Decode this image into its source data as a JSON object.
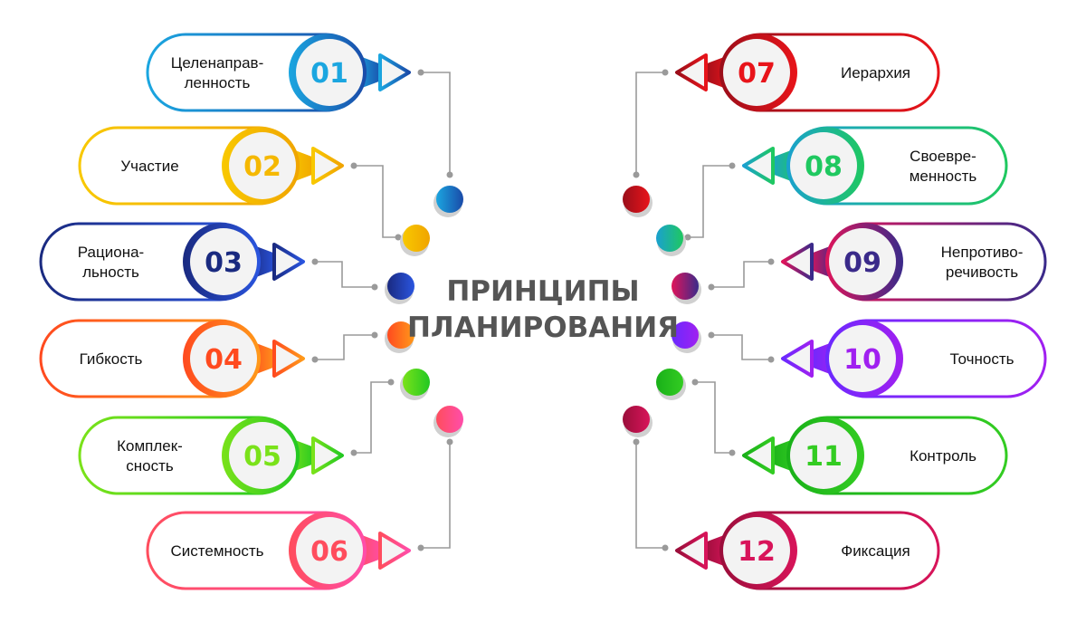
{
  "title": {
    "line1": "ПРИНЦИПЫ",
    "line2": "ПЛАНИРОВАНИЯ"
  },
  "items": [
    {
      "number": "01",
      "lines": [
        "Целенаправ-",
        "ленность"
      ],
      "colors": [
        "#1ba6e0",
        "#1a4aa8"
      ]
    },
    {
      "number": "02",
      "lines": [
        "Участие"
      ],
      "colors": [
        "#f8c800",
        "#f0a400"
      ]
    },
    {
      "number": "03",
      "lines": [
        "Рациона-",
        "льность"
      ],
      "colors": [
        "#1a2a80",
        "#2a55e0"
      ]
    },
    {
      "number": "04",
      "lines": [
        "Гибкость"
      ],
      "colors": [
        "#ff4a1f",
        "#ff9a1a"
      ]
    },
    {
      "number": "05",
      "lines": [
        "Комплек-",
        "сность"
      ],
      "colors": [
        "#7ae21a",
        "#22c822"
      ]
    },
    {
      "number": "06",
      "lines": [
        "Системность"
      ],
      "colors": [
        "#ff4d5d",
        "#ff4daa"
      ]
    },
    {
      "number": "07",
      "lines": [
        "Иерархия"
      ],
      "colors": [
        "#e8141a",
        "#9a0e1a"
      ]
    },
    {
      "number": "08",
      "lines": [
        "Своевре-",
        "менность"
      ],
      "colors": [
        "#1fc860",
        "#1aa0d0"
      ]
    },
    {
      "number": "09",
      "lines": [
        "Непротиво-",
        "речивость"
      ],
      "colors": [
        "#3a2a8a",
        "#e0145a"
      ]
    },
    {
      "number": "10",
      "lines": [
        "Точность"
      ],
      "colors": [
        "#a020f0",
        "#6a2aff"
      ]
    },
    {
      "number": "11",
      "lines": [
        "Контроль"
      ],
      "colors": [
        "#33cc22",
        "#19b019"
      ]
    },
    {
      "number": "12",
      "lines": [
        "Фиксация"
      ],
      "colors": [
        "#d8145a",
        "#9a0e3a"
      ]
    }
  ]
}
